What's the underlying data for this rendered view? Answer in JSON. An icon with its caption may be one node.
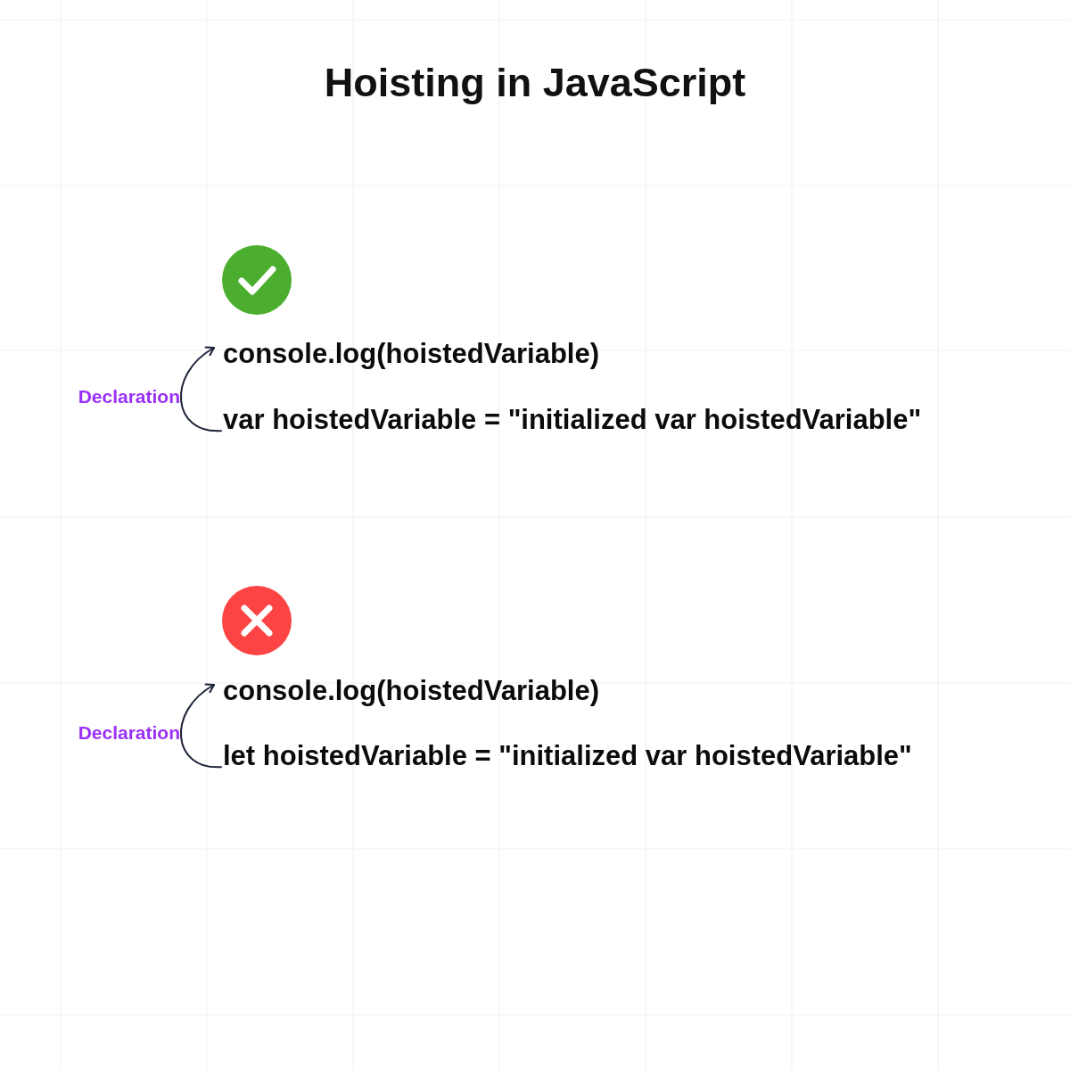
{
  "diagram": {
    "title": "Hoisting in JavaScript",
    "nodes": [
      {
        "text": [
          "console.log(hoistedVariable)"
        ]
      },
      {
        "text": [
          "var hoistedVariable = \"initialized var hoistedVariable\""
        ]
      },
      {
        "text": [
          "console.log(hoistedVariable)"
        ]
      },
      {
        "text": [
          "let hoistedVariable = \"initialized var hoistedVariable\""
        ]
      }
    ],
    "edges": [
      {
        "from": 1,
        "to": 0,
        "arrow": "to",
        "label": "Declaration"
      },
      {
        "from": 3,
        "to": 2,
        "arrow": "to",
        "label": "Declaration"
      }
    ]
  }
}
